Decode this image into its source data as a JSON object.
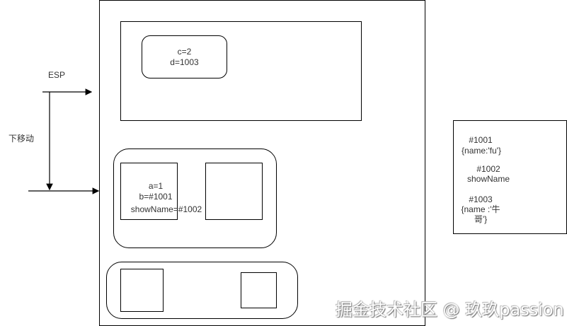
{
  "labels": {
    "esp": "ESP",
    "move_down": "下移动"
  },
  "stack": {
    "top_frame": {
      "vars": [
        "c=2",
        "d=1003"
      ]
    },
    "middle_frame": {
      "vars": [
        "a=1",
        "b=#1001",
        "showName=#1002"
      ]
    },
    "bottom_frame": {}
  },
  "heap": {
    "entries": [
      {
        "addr": "#1001",
        "value": "{name:'fu'}"
      },
      {
        "addr": "#1002",
        "value": "showName"
      },
      {
        "addr": "#1003",
        "value": "{name :'牛",
        "value2": "哥'}"
      }
    ]
  },
  "watermark": "掘金技术社区 @ 玖玖passion"
}
